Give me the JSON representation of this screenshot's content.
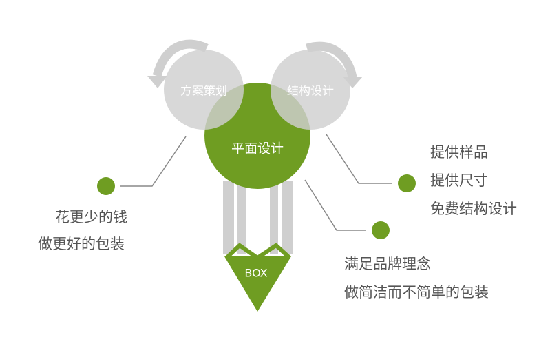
{
  "labels": {
    "top_left": "方案策划",
    "top_right": "结构设计",
    "center": "平面设计",
    "box": "BOX"
  },
  "notes": {
    "left": [
      "花更少的钱",
      "做更好的包装"
    ],
    "right_upper": [
      "提供样品",
      "提供尺寸",
      "免费结构设计"
    ],
    "right_lower": [
      "满足品牌理念",
      "做简洁而不简单的包装"
    ]
  },
  "colors": {
    "green": "#6f9d22",
    "gray": "#cfcfcf",
    "text": "#555555",
    "line": "#888888"
  }
}
